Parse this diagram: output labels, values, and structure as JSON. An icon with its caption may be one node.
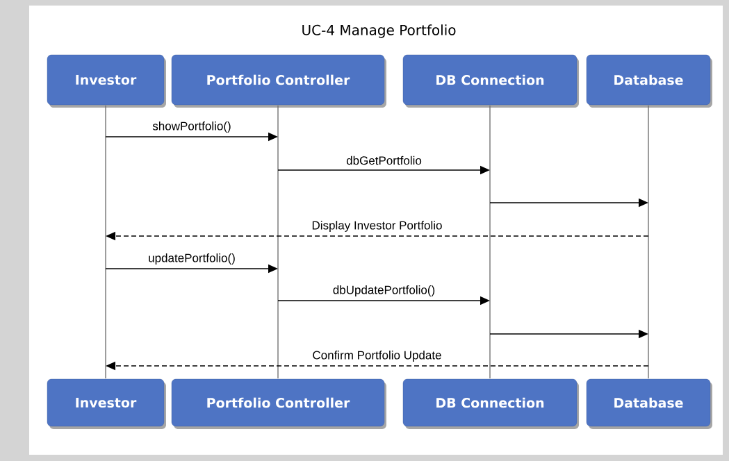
{
  "diagram": {
    "title": "UC-4 Manage Portfolio",
    "nodes": [
      {
        "text": [
          "Investor"
        ]
      },
      {
        "text": [
          "Portfolio Controller"
        ]
      },
      {
        "text": [
          "DB Connection"
        ]
      },
      {
        "text": [
          "Database"
        ]
      },
      {
        "text": [],
        "shape": "bar"
      },
      {
        "text": [],
        "shape": "bar"
      },
      {
        "text": [],
        "shape": "bar"
      },
      {
        "text": [],
        "shape": "bar"
      },
      {
        "text": [
          "Investor"
        ]
      },
      {
        "text": [
          "Portfolio Controller"
        ]
      },
      {
        "text": [
          "DB Connection"
        ]
      },
      {
        "text": [
          "Database"
        ]
      }
    ],
    "edges": [
      {
        "from": 4,
        "to": 5,
        "arrow": "to",
        "label": "showPortfolio()"
      },
      {
        "from": 5,
        "to": 6,
        "arrow": "to",
        "label": "dbGetPortfolio"
      },
      {
        "from": 6,
        "to": 7,
        "arrow": "to"
      },
      {
        "from": 7,
        "to": 4,
        "arrow": "to",
        "label": "Display Investor Portfolio",
        "style": "dashed"
      },
      {
        "from": 4,
        "to": 5,
        "arrow": "to",
        "label": "updatePortfolio()"
      },
      {
        "from": 5,
        "to": 6,
        "arrow": "to",
        "label": "dbUpdatePortfolio()"
      },
      {
        "from": 6,
        "to": 7,
        "arrow": "to"
      },
      {
        "from": 7,
        "to": 4,
        "arrow": "to",
        "label": "Confirm Portfolio Update",
        "style": "dashed"
      }
    ]
  }
}
